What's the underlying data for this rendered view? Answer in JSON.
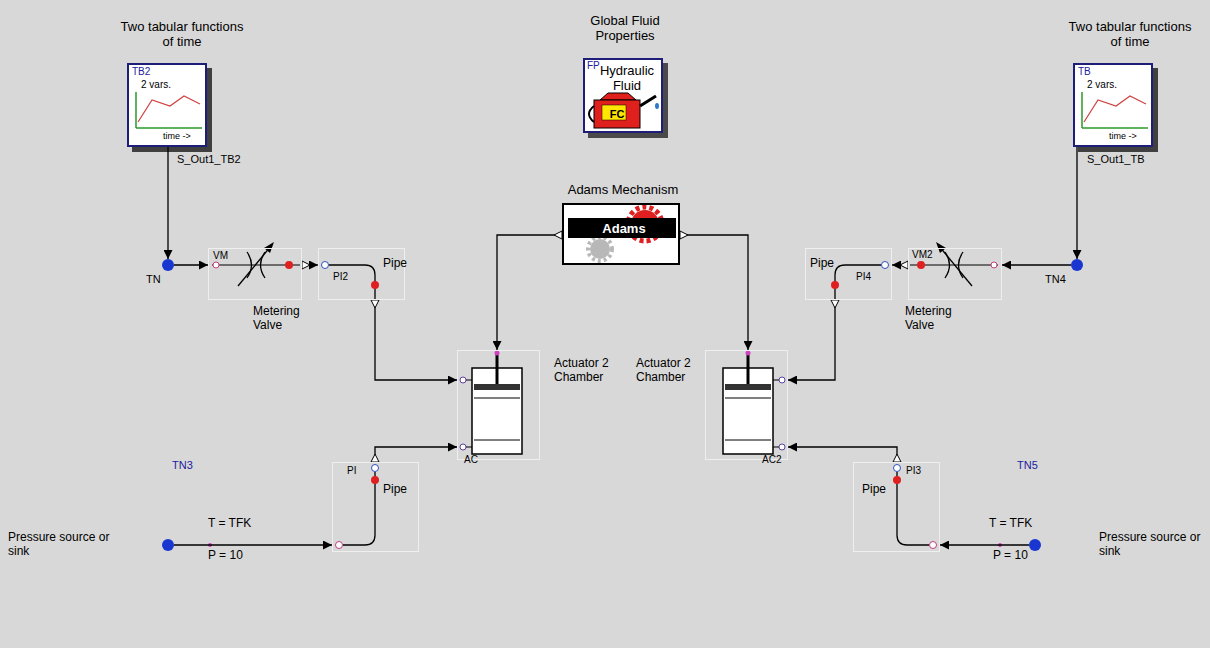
{
  "diagram": {
    "nodes": [
      {
        "text": [
          "Global Fluid Properties",
          "FP",
          "Hydraulic Fluid",
          "FC"
        ]
      },
      {
        "text": [
          "Adams Mechanism",
          "Adams"
        ]
      },
      {
        "text": [
          "Two tabular functions of time",
          "TB2",
          "2 vars.",
          "time ->",
          "S_Out1_TB2"
        ]
      },
      {
        "text": [
          "Two tabular functions of time",
          "TB",
          "2 vars.",
          "time ->",
          "S_Out1_TB"
        ]
      },
      {
        "text": [
          "TN"
        ]
      },
      {
        "text": [
          "VM",
          "Metering Valve"
        ]
      },
      {
        "text": [
          "PI2",
          "Pipe"
        ]
      },
      {
        "text": [
          "Actuator 2 Chamber",
          "AC"
        ]
      },
      {
        "text": [
          "Actuator 2 Chamber",
          "AC2"
        ]
      },
      {
        "text": [
          "Pipe",
          "PI4"
        ]
      },
      {
        "text": [
          "VM2",
          "Metering Valve"
        ]
      },
      {
        "text": [
          "TN4"
        ]
      },
      {
        "text": [
          "PI",
          "Pipe"
        ]
      },
      {
        "text": [
          "TN3",
          "T = TFK",
          "P = 10",
          "Pressure source or sink"
        ]
      },
      {
        "text": [
          "Pipe",
          "PI3"
        ]
      },
      {
        "text": [
          "TN5",
          "T = TFK",
          "P = 10",
          "Pressure source or sink"
        ]
      }
    ],
    "edges": [
      {
        "from": 2,
        "to": 4,
        "arrow": "to"
      },
      {
        "from": 4,
        "to": 5,
        "arrow": "to"
      },
      {
        "from": 5,
        "to": 6,
        "arrow": "both"
      },
      {
        "from": 6,
        "to": 7,
        "arrow": "both"
      },
      {
        "from": 1,
        "to": 7,
        "arrow": "both"
      },
      {
        "from": 1,
        "to": 8,
        "arrow": "both"
      },
      {
        "from": 12,
        "to": 7,
        "arrow": "both"
      },
      {
        "from": 13,
        "to": 12,
        "arrow": "to"
      },
      {
        "from": 3,
        "to": 11,
        "arrow": "to"
      },
      {
        "from": 11,
        "to": 10,
        "arrow": "to"
      },
      {
        "from": 10,
        "to": 9,
        "arrow": "both"
      },
      {
        "from": 9,
        "to": 8,
        "arrow": "both"
      },
      {
        "from": 14,
        "to": 8,
        "arrow": "both"
      },
      {
        "from": 15,
        "to": 14,
        "arrow": "to"
      }
    ]
  }
}
